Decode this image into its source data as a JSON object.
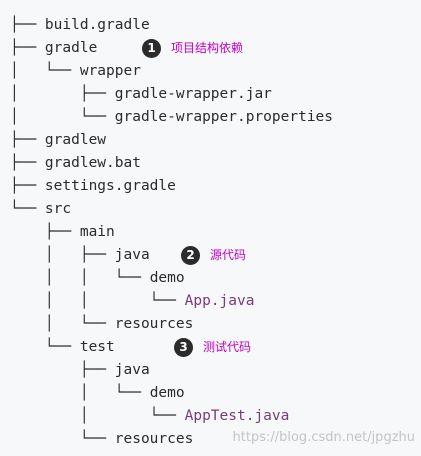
{
  "tree": [
    {
      "prefix": "├── ",
      "name": "build.gradle",
      "kind": "file"
    },
    {
      "prefix": "├── ",
      "name": "gradle",
      "kind": "dir",
      "annotation": {
        "number": "1",
        "text": "项目结构依赖"
      }
    },
    {
      "prefix": "│   └── ",
      "name": "wrapper",
      "kind": "dir"
    },
    {
      "prefix": "│       ├── ",
      "name": "gradle-wrapper.jar",
      "kind": "file"
    },
    {
      "prefix": "│       └── ",
      "name": "gradle-wrapper.properties",
      "kind": "file"
    },
    {
      "prefix": "├── ",
      "name": "gradlew",
      "kind": "file"
    },
    {
      "prefix": "├── ",
      "name": "gradlew.bat",
      "kind": "file"
    },
    {
      "prefix": "├── ",
      "name": "settings.gradle",
      "kind": "file"
    },
    {
      "prefix": "└── ",
      "name": "src",
      "kind": "dir"
    },
    {
      "prefix": "    ├── ",
      "name": "main",
      "kind": "dir"
    },
    {
      "prefix": "    │   ├── ",
      "name": "java",
      "kind": "dir",
      "annotation": {
        "number": "2",
        "text": "源代码"
      }
    },
    {
      "prefix": "    │   │   └── ",
      "name": "demo",
      "kind": "dir"
    },
    {
      "prefix": "    │   │       └── ",
      "name": "App.java",
      "kind": "source"
    },
    {
      "prefix": "    │   └── ",
      "name": "resources",
      "kind": "dir"
    },
    {
      "prefix": "    └── ",
      "name": "test",
      "kind": "dir",
      "annotation": {
        "number": "3",
        "text": "测试代码"
      }
    },
    {
      "prefix": "        ├── ",
      "name": "java",
      "kind": "dir"
    },
    {
      "prefix": "        │   └── ",
      "name": "demo",
      "kind": "dir"
    },
    {
      "prefix": "        │       └── ",
      "name": "AppTest.java",
      "kind": "source"
    },
    {
      "prefix": "        └── ",
      "name": "resources",
      "kind": "dir"
    }
  ],
  "watermark": "https://blog.csdn.net/jpgzhu",
  "colors": {
    "background": "#f6f8fa",
    "text": "#2b2b2b",
    "annotation": "#c400c4",
    "source_file": "#7a3b7a",
    "watermark": "#c4c4c4"
  }
}
